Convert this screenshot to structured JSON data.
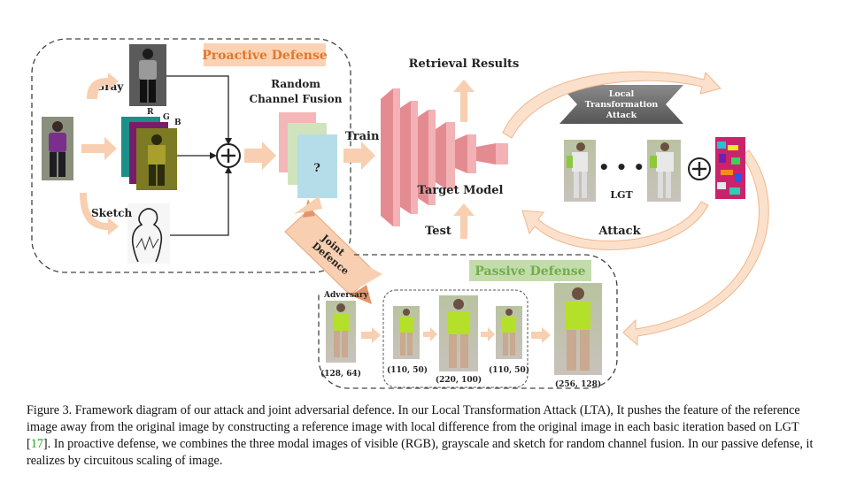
{
  "proactive": {
    "title": "Proactive Defense",
    "gray": "Gray",
    "sketch": "Sketch",
    "channel_r": "R",
    "channel_g": "G",
    "channel_b": "B",
    "fusion_line1": "Random",
    "fusion_line2": "Channel Fusion",
    "fusion_unknown": "?"
  },
  "train": "Train",
  "test": "Test",
  "retrieval": "Retrieval Results",
  "target_model": "Target Model",
  "attack": {
    "banner_line1": "Local",
    "banner_line2": "Transformation",
    "banner_line3": "Attack",
    "dots": "• • •",
    "lgt": "LGT",
    "label": "Attack"
  },
  "joint": {
    "line1": "Joint",
    "line2": "Defence"
  },
  "passive": {
    "title": "Passive Defense",
    "adversary": "Adversary",
    "sizes": [
      "(128, 64)",
      "(110, 50)",
      "(220, 100)",
      "(110, 50)",
      "(256, 128)"
    ]
  },
  "caption": {
    "before_cite": "Figure 3. Framework diagram of our attack and joint adversarial defence. In our Local Transformation Attack (LTA), It pushes the feature of the reference image away from the original image by constructing a reference image with local difference from the original image in each basic iteration based on LGT [",
    "cite": "17",
    "after_cite": "]. In proactive defense, we combines the three modal images of visible (RGB), grayscale and sketch for random channel fusion. In our passive defense, it realizes by circuitous scaling of image."
  },
  "colors": {
    "arrow": "#f8cfb0",
    "proactive_label_bg": "#fbd3b4",
    "proactive_label_text": "#e0782c",
    "passive_label_bg": "#c4dcac",
    "passive_label_text": "#6fae4a",
    "model": "#ec9aa0",
    "banner": "#6b6b6b"
  }
}
